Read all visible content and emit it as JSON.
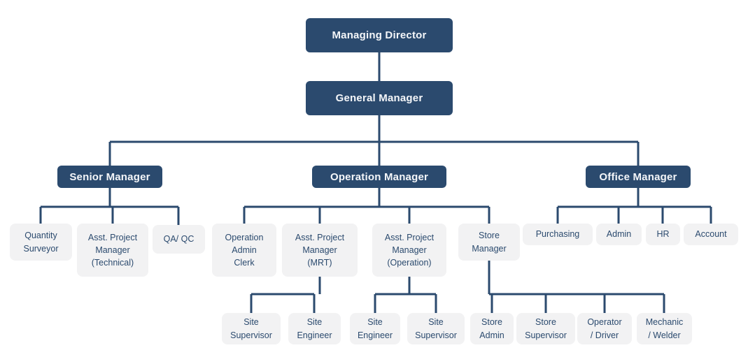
{
  "palette": {
    "navy": "#2b4a6e",
    "box_gray": "#f2f2f3",
    "line": "#2b4a6e",
    "text_on_navy": "#f4f6f9",
    "background": "#ffffff"
  },
  "nodes": [
    {
      "id": "managing-director",
      "label": "Managing Director",
      "style": "primary",
      "parent": null
    },
    {
      "id": "general-manager",
      "label": "General Manager",
      "style": "primary",
      "parent": "managing-director"
    },
    {
      "id": "senior-manager",
      "label": "Senior Manager",
      "style": "primary",
      "parent": "general-manager"
    },
    {
      "id": "operation-manager",
      "label": "Operation Manager",
      "style": "primary",
      "parent": "general-manager"
    },
    {
      "id": "office-manager",
      "label": "Office Manager",
      "style": "primary",
      "parent": "general-manager"
    },
    {
      "id": "quantity-surveyor",
      "label": "Quantity\nSurveyor",
      "style": "secondary",
      "parent": "senior-manager"
    },
    {
      "id": "apm-technical",
      "label": "Asst. Project\nManager\n(Technical)",
      "style": "secondary",
      "parent": "senior-manager"
    },
    {
      "id": "qa-qc",
      "label": "QA/ QC",
      "style": "secondary",
      "parent": "senior-manager"
    },
    {
      "id": "operation-admin-clerk",
      "label": "Operation\nAdmin\nClerk",
      "style": "secondary",
      "parent": "operation-manager"
    },
    {
      "id": "apm-mrt",
      "label": "Asst. Project\nManager\n(MRT)",
      "style": "secondary",
      "parent": "operation-manager"
    },
    {
      "id": "apm-operation",
      "label": "Asst. Project\nManager\n(Operation)",
      "style": "secondary",
      "parent": "operation-manager"
    },
    {
      "id": "store-manager",
      "label": "Store\nManager",
      "style": "secondary",
      "parent": "operation-manager"
    },
    {
      "id": "purchasing",
      "label": "Purchasing",
      "style": "secondary",
      "parent": "office-manager"
    },
    {
      "id": "admin",
      "label": "Admin",
      "style": "secondary",
      "parent": "office-manager"
    },
    {
      "id": "hr",
      "label": "HR",
      "style": "secondary",
      "parent": "office-manager"
    },
    {
      "id": "account",
      "label": "Account",
      "style": "secondary",
      "parent": "office-manager"
    },
    {
      "id": "site-supervisor-1",
      "label": "Site\nSupervisor",
      "style": "secondary",
      "parent": "apm-mrt"
    },
    {
      "id": "site-engineer-1",
      "label": "Site\nEngineer",
      "style": "secondary",
      "parent": "apm-mrt"
    },
    {
      "id": "site-engineer-2",
      "label": "Site\nEngineer",
      "style": "secondary",
      "parent": "apm-operation"
    },
    {
      "id": "site-supervisor-2",
      "label": "Site\nSupervisor",
      "style": "secondary",
      "parent": "apm-operation"
    },
    {
      "id": "store-admin",
      "label": "Store\nAdmin",
      "style": "secondary",
      "parent": "store-manager"
    },
    {
      "id": "store-supervisor",
      "label": "Store\nSupervisor",
      "style": "secondary",
      "parent": "store-manager"
    },
    {
      "id": "operator-driver",
      "label": "Operator\n/ Driver",
      "style": "secondary",
      "parent": "store-manager"
    },
    {
      "id": "mechanic-welder",
      "label": "Mechanic\n/ Welder",
      "style": "secondary",
      "parent": "store-manager"
    }
  ]
}
